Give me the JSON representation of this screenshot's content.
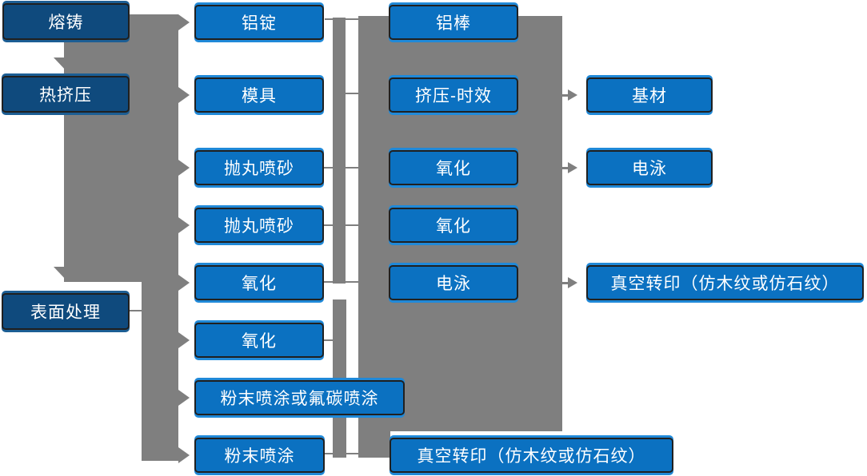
{
  "diagram": {
    "type": "flowchart",
    "description_visible_text_only": true,
    "colors": {
      "background": "#ffffff",
      "stage_box_fill": "#0f4a7d",
      "process_box_fill": "#0b71c1",
      "box_highlight": "#2089d8",
      "box_border": "#202020",
      "connector_gray": "#7f7f7f",
      "text": "#ffffff"
    },
    "stages": [
      "熔铸",
      "热挤压",
      "表面处理"
    ],
    "processes": {
      "col2": [
        "铝锭",
        "模具",
        "抛丸喷砂",
        "抛丸喷砂",
        "氧化",
        "氧化",
        "粉末喷涂或氟碳喷涂",
        "粉末喷涂"
      ],
      "col3": [
        "铝棒",
        "挤压-时效",
        "氧化",
        "氧化",
        "电泳",
        "真空转印（仿木纹或仿石纹）"
      ],
      "col4": [
        "基材",
        "电泳",
        "真空转印（仿木纹或仿石纹）"
      ]
    }
  }
}
